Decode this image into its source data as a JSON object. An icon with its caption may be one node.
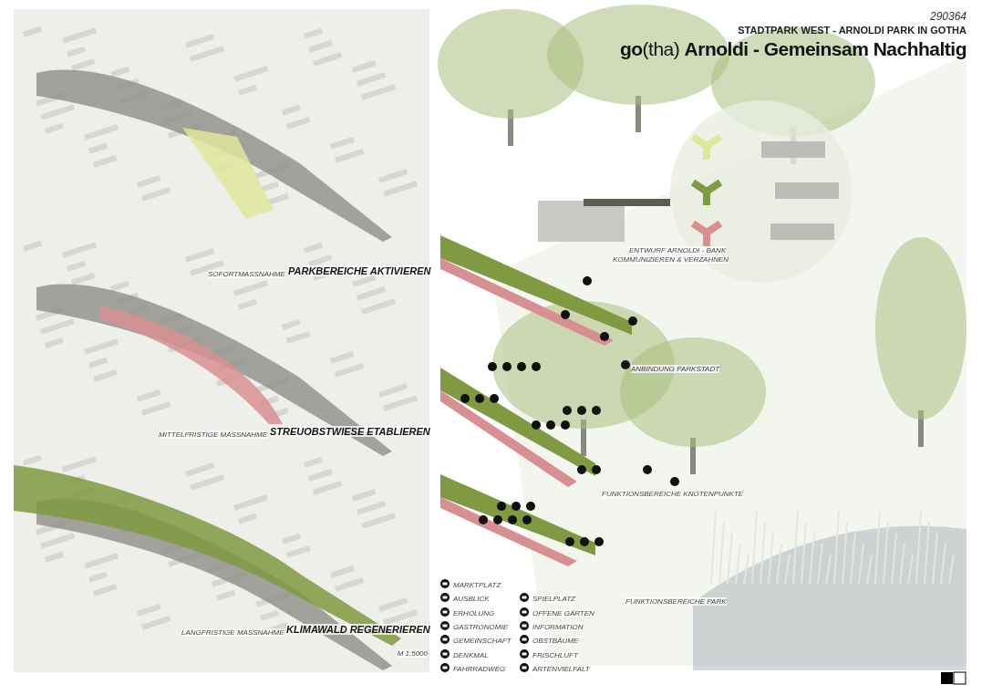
{
  "diagram": {
    "title": "**go**(tha) **Arnoldi - Gemeinsam Nachhaltig**",
    "labels": [
      "290364",
      "STADTPARK WEST - ARNOLDI PARK IN GOTHA",
      "SOFORTMASSNAHME",
      "PARKBEREICHE AKTIVIEREN",
      "ENTWURF ARNOLDI - BANK",
      "KOMMUNIZIEREN & VERZAHNEN",
      "ANBINDUNG PARKSTADT",
      "MITTELFRISTIGE MASSNAHME",
      "STREUOBSTWIESE ETABLIEREN",
      "FUNKTIONSBEREICHE KNOTENPUNKTE",
      "FUNKTIONSBEREICHE PARK",
      "LANGFRISTIGE MASSNAHME",
      "KLIMAWALD REGENERIEREN",
      "M 1:5000"
    ],
    "legend": [
      {
        "text": "MARKTPLATZ"
      },
      {
        "text": "AUSBLICK"
      },
      {
        "text": "ERHOLUNG"
      },
      {
        "text": "GASTRONOMIE"
      },
      {
        "text": "GEMEINSCHAFT"
      },
      {
        "text": "DENKMAL"
      },
      {
        "text": "FAHRRADWEG"
      },
      {
        "text": "SPIELPLATZ"
      },
      {
        "text": "OFFENE GÄRTEN"
      },
      {
        "text": "INFORMATION"
      },
      {
        "text": "OBSTBÄUME"
      },
      {
        "text": "FRISCHLUFT"
      },
      {
        "text": "ARTENVIELFALT"
      }
    ]
  }
}
